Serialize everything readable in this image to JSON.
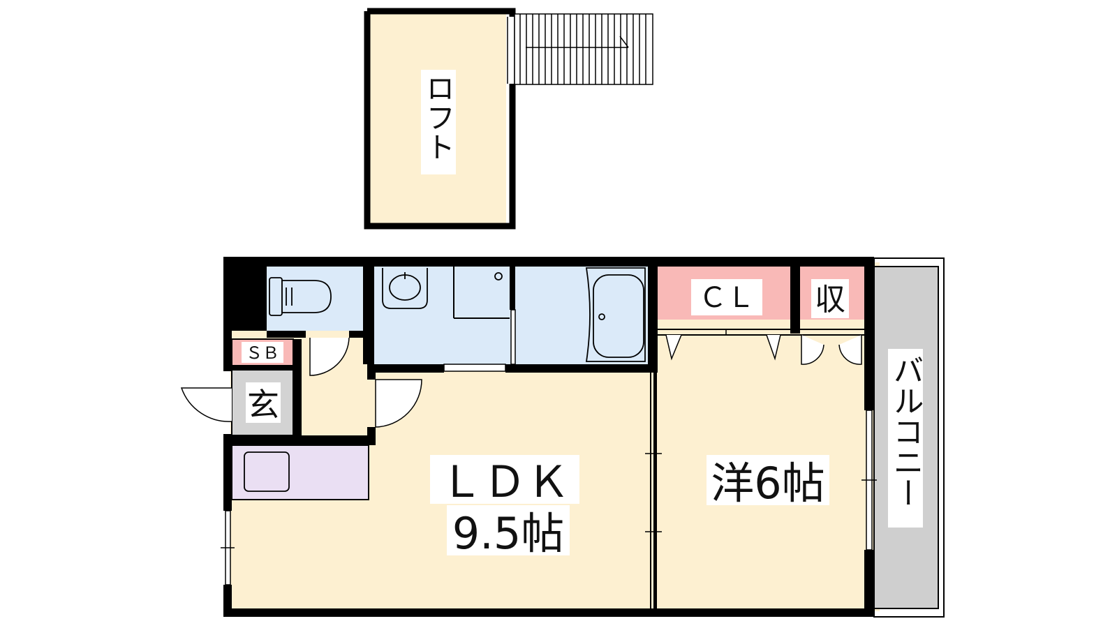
{
  "floorplan": {
    "rooms": {
      "loft": "ロフト",
      "sb": "ＳＢ",
      "genkan": "玄",
      "cl": "ＣＬ",
      "storage": "収",
      "ldk_name": "ＬＤＫ",
      "ldk_size": "9.5帖",
      "western": "洋6帖",
      "balcony": "バルコニー"
    },
    "colors": {
      "living": "#fdf0d1",
      "wet": "#dbeaf9",
      "closet": "#f9b9b7",
      "entrance": "#d3d3d3",
      "kitchen": "#eadff3",
      "balcony": "#cfcfcf",
      "wall": "#000000"
    }
  }
}
